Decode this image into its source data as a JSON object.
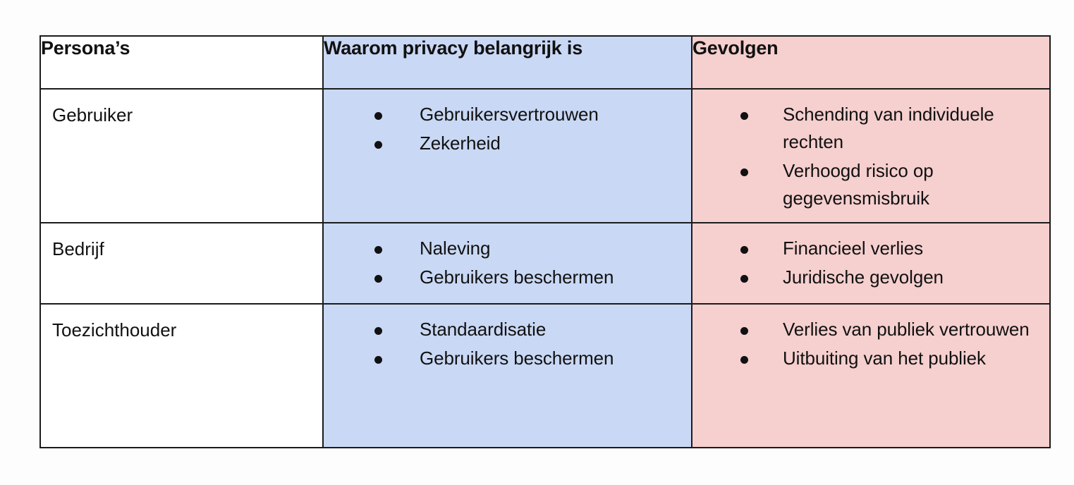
{
  "table": {
    "columns": [
      {
        "key": "persona",
        "label": "Persona’s",
        "bg": "#ffffff"
      },
      {
        "key": "reason",
        "label": "Waarom privacy belangrijk is",
        "bg": "#c9d8f4"
      },
      {
        "key": "consequences",
        "label": "Gevolgen",
        "bg": "#f6cfcf"
      }
    ],
    "rows": [
      {
        "persona": "Gebruiker",
        "reason": [
          "Gebruikersvertrouwen",
          "Zekerheid"
        ],
        "consequences": [
          "Schending van individuele rechten",
          "Verhoogd risico op gegevensmisbruik"
        ]
      },
      {
        "persona": "Bedrijf",
        "reason": [
          "Naleving",
          "Gebruikers beschermen"
        ],
        "consequences": [
          "Financieel verlies",
          "Juridische gevolgen"
        ]
      },
      {
        "persona": "Toezichthouder",
        "reason": [
          "Standaardisatie",
          "Gebruikers beschermen"
        ],
        "consequences": [
          "Verlies van publiek vertrouwen",
          "Uitbuiting van het publiek"
        ]
      }
    ]
  }
}
